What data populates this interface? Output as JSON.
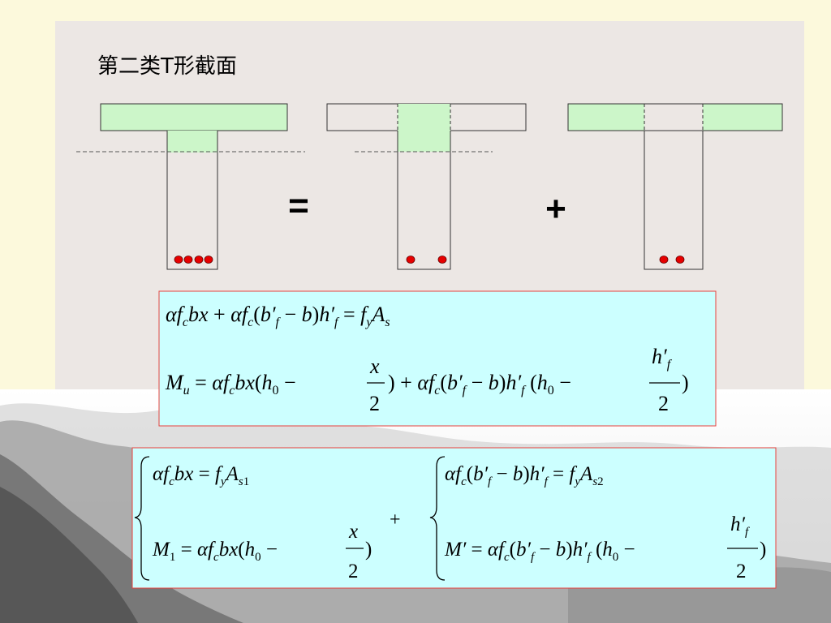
{
  "slide": {
    "title": "第二类T形截面",
    "operators": [
      "=",
      "+"
    ]
  },
  "diagram": {
    "sections": [
      {
        "bars": 4
      },
      {
        "bars": 2
      },
      {
        "bars": 2
      }
    ]
  },
  "formulas": {
    "top": {
      "eq1": "αf_c bx + αf_c (b′_f − b)h′_f = f_y A_s",
      "eq2": "M_u = αf_c bx(h_0 − x/2) + αf_c (b′_f − b)h′_f (h_0 − h′_f/2)"
    },
    "bottom": {
      "left": {
        "eq1": "αf_c bx = f_y A_s1",
        "eq2": "M_1 = αf_c bx(h_0 − x/2)"
      },
      "plus": "+",
      "right": {
        "eq1": "αf_c (b′_f − b)h′_f = f_y A_s2",
        "eq2": "M′ = αf_c (b′_f − b)h′_f (h_0 − h′_f/2)"
      }
    }
  },
  "colors": {
    "page": "#fcf9dc",
    "panel": "#ece7e4",
    "compression_zone": "#ccf6c9",
    "rebar": "#e60000",
    "formula_box": "#ccffff",
    "formula_border": "#e8413c"
  }
}
